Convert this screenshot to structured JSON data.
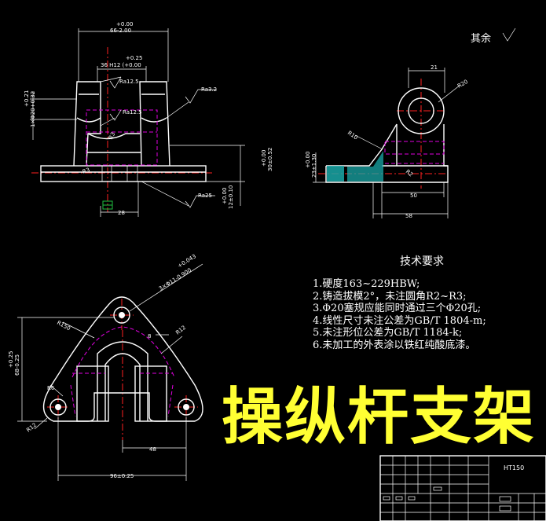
{
  "surface_note": "其余",
  "title": "操纵杆支架",
  "technical_requirements": {
    "heading": "技术要求",
    "items": [
      "1.硬度163~229HBW;",
      "2.铸造拔模2°，未注圆角R2~R3;",
      "3.Φ20塞规应能同时通过三个Φ20孔;",
      "4.线性尺寸未注公差为GB/T 1804-m;",
      "5.未注形位公差为GB/T 1184-k;",
      "6.未加工的外表涂以铁红纯酸底漆。"
    ]
  },
  "title_block": {
    "material": "HT150"
  },
  "front_view": {
    "dims": {
      "top_width_tol": "+0.00",
      "top_width": "66-2.00",
      "slot_tol": "+0.25",
      "slot": "36 H12 (+0.00",
      "ra_1": "Ra12.5",
      "ra_2": "Ra12.5",
      "ra_3": "Ra3.2",
      "ra_4": "Ra25",
      "left_tol": "+0.21",
      "left": "1×Φ20+0.32",
      "r3_a": "R3",
      "r3_b": "R3",
      "h_right_tol": "+0.00",
      "h_right": "30±0.52",
      "h_base_tol": "+0.00",
      "h_base": "12±0.10",
      "w28": "28"
    }
  },
  "side_view": {
    "dims": {
      "w21": "21",
      "r20": "R20",
      "r10": "R10",
      "r2": "R2",
      "h_tol": "+0.00",
      "h": "23±1.30",
      "w50": "50",
      "w58": "58"
    }
  },
  "top_view": {
    "dims": {
      "hole_tol": "+0.043",
      "hole": "3×Φ11-0.900",
      "r150": "R150",
      "w8": "8",
      "r12a": "R12",
      "r12b": "R12",
      "v_tol": "+0.25",
      "v": "68-0.25",
      "r6": "R6",
      "w48": "48",
      "w96": "96±0.25"
    }
  }
}
